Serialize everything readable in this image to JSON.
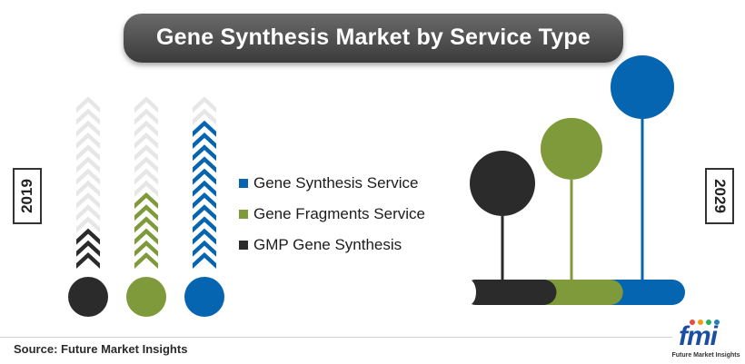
{
  "title": "Gene Synthesis Market by Service Type",
  "years": {
    "start": "2019",
    "end": "2029"
  },
  "source": "Source: Future Market Insights",
  "logo": {
    "text": "fmi",
    "subtext": "Future Market Insights"
  },
  "colors": {
    "gene_synthesis_service": "#0565b0",
    "gene_fragments_service": "#7f9a3a",
    "gmp_gene_synthesis": "#2b2b2b",
    "chevron_empty": "#e6e6e6",
    "banner": "#4a4a4a",
    "logo_dots": [
      "#e94b3c",
      "#f39c12",
      "#27ae60",
      "#2980b9"
    ]
  },
  "chart_data": [
    {
      "type": "bar",
      "subtype": "stacked-chevron-column",
      "year": "2019",
      "max_units": 14,
      "series": [
        {
          "name": "GMP Gene Synthesis",
          "color": "#2b2b2b",
          "value": 3
        },
        {
          "name": "Gene Fragments Service",
          "color": "#7f9a3a",
          "value": 6
        },
        {
          "name": "Gene Synthesis Service",
          "color": "#0565b0",
          "value": 12
        }
      ],
      "legend": [
        "Gene Synthesis Service",
        "Gene Fragments Service",
        "GMP Gene Synthesis"
      ]
    },
    {
      "type": "bar",
      "subtype": "lollipop-horizontal",
      "year": "2029",
      "max_value": 10,
      "series": [
        {
          "name": "GMP Gene Synthesis",
          "color": "#2b2b2b",
          "value": 4.2,
          "height": 5
        },
        {
          "name": "Gene Fragments Service",
          "color": "#7f9a3a",
          "value": 7.2,
          "height": 6.8
        },
        {
          "name": "Gene Synthesis Service",
          "color": "#0565b0",
          "value": 10,
          "height": 10
        }
      ]
    }
  ]
}
